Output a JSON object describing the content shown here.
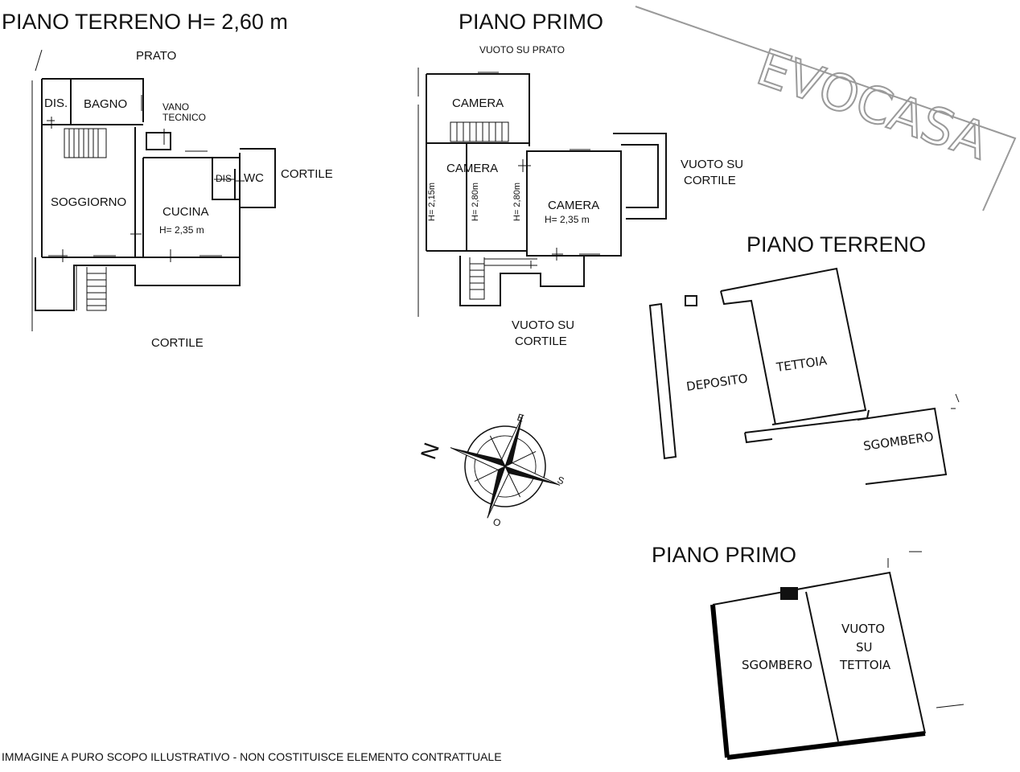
{
  "watermark": {
    "text": "EVOCASA"
  },
  "ground_floor": {
    "title": "PIANO TERRENO H= 2,60 m",
    "prato": "PRATO",
    "cortile_east": "CORTILE",
    "cortile_south": "CORTILE",
    "rooms": {
      "dis1": "DIS.",
      "bagno": "BAGNO",
      "vano_1": "VANO",
      "vano_2": "TECNICO",
      "soggiorno": "SOGGIORNO",
      "cucina": "CUCINA",
      "cucina_height": "H= 2,35 m",
      "dis2": "DIS",
      "wc": "WC"
    }
  },
  "first_floor": {
    "title": "PIANO PRIMO",
    "vuoto_prato": "VUOTO SU PRATO",
    "vuoto_cortile_east_1": "VUOTO SU",
    "vuoto_cortile_east_2": "CORTILE",
    "vuoto_cortile_south_1": "VUOTO SU",
    "vuoto_cortile_south_2": "CORTILE",
    "rooms": {
      "camera_top": "CAMERA",
      "camera_left": "CAMERA",
      "camera_right": "CAMERA",
      "camera_right_height": "H= 2,35 m",
      "height_1": "H= 2,15m",
      "height_2": "H= 2,80m",
      "height_3": "H= 2,80m"
    }
  },
  "annex_ground": {
    "title": "PIANO TERRENO",
    "deposito": "DEPOSITO",
    "tettoia": "TETTOIA",
    "sgombero": "SGOMBERO"
  },
  "annex_first": {
    "title": "PIANO PRIMO",
    "sgombero": "SGOMBERO",
    "vuoto_1": "VUOTO",
    "vuoto_2": "SU",
    "vuoto_3": "TETTOIA"
  },
  "compass": {
    "n": "N",
    "e": "E",
    "s": "S",
    "o": "O"
  },
  "disclaimer": "IMMAGINE A PURO SCOPO ILLUSTRATIVO - NON COSTITUISCE ELEMENTO CONTRATTUALE"
}
